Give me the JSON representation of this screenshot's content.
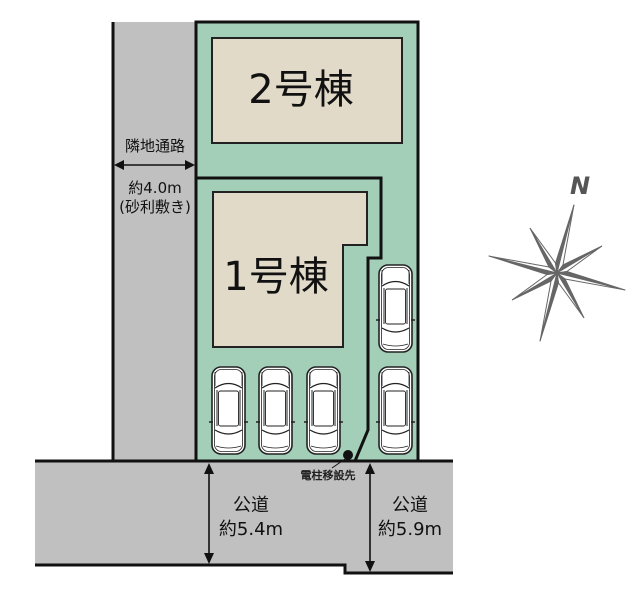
{
  "colors": {
    "lot_green": "#a3cfb9",
    "building_beige": "#e2dac9",
    "road_gray": "#c0c0c0",
    "outline": "#111111",
    "compass_gray": "#666666"
  },
  "buildings": [
    {
      "id": "building-2",
      "label": "2号棟"
    },
    {
      "id": "building-1",
      "label": "1号棟"
    }
  ],
  "side_path": {
    "title": "隣地通路",
    "width": "約4.0m",
    "surface": "(砂利敷き)"
  },
  "roads": [
    {
      "id": "public-road-left",
      "title": "公道",
      "width": "約5.4m"
    },
    {
      "id": "public-road-right",
      "title": "公道",
      "width": "約5.9m"
    }
  ],
  "utility_pole": {
    "label": "電柱移設先"
  },
  "parking": {
    "car_count": 5
  },
  "compass": {
    "north_label": "N"
  }
}
